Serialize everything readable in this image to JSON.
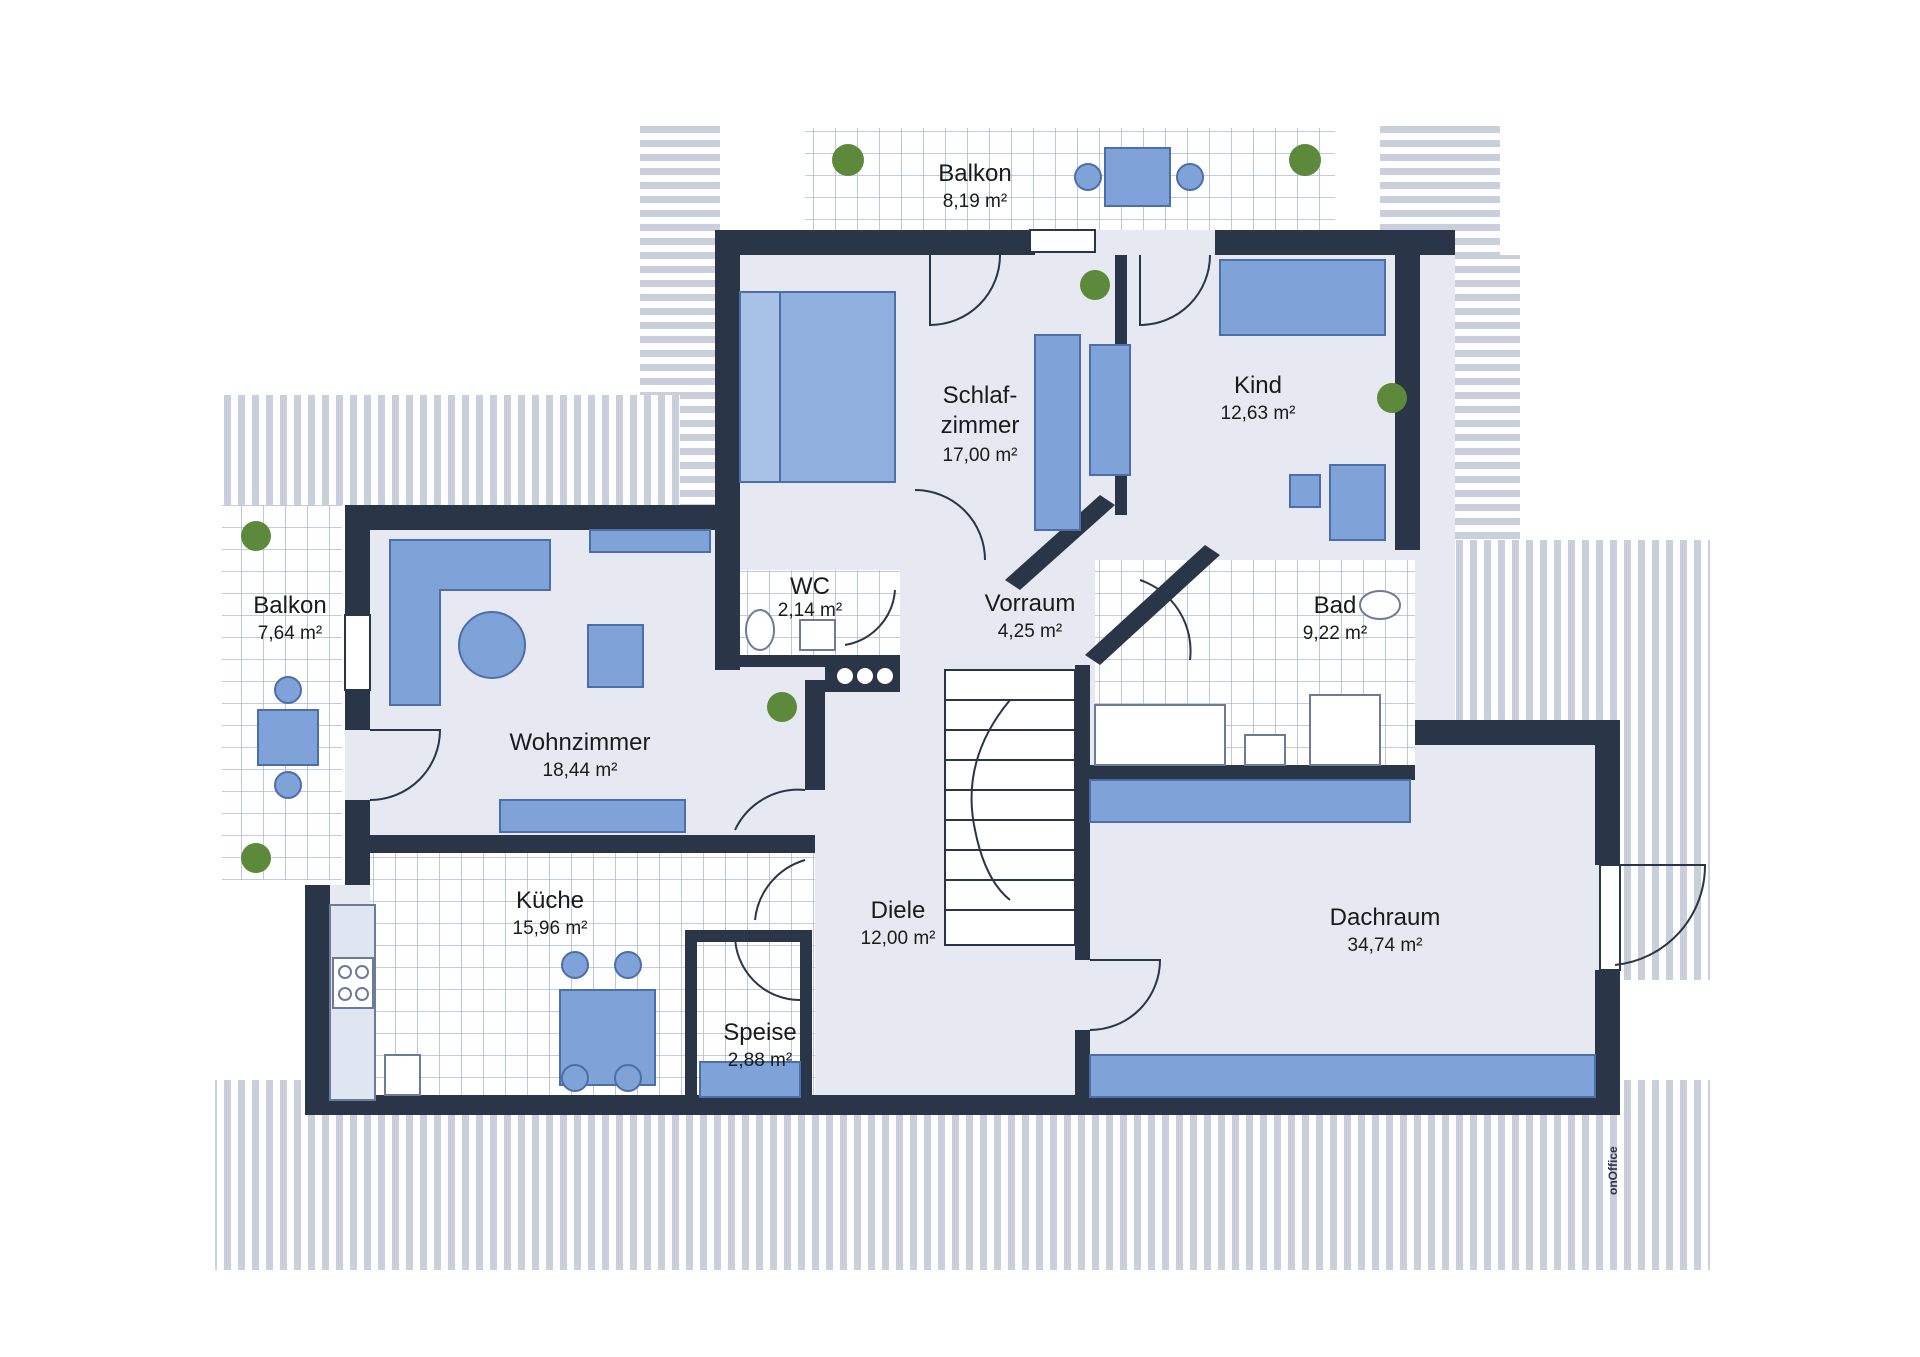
{
  "rooms": {
    "balkon_top": {
      "name": "Balkon",
      "area": "8,19 m²"
    },
    "schlaf": {
      "name_line1": "Schlaf-",
      "name_line2": "zimmer",
      "area": "17,00 m²"
    },
    "kind": {
      "name": "Kind",
      "area": "12,63 m²"
    },
    "balkon_left": {
      "name": "Balkon",
      "area": "7,64 m²"
    },
    "wc": {
      "name": "WC",
      "area": "2,14 m²"
    },
    "vorraum": {
      "name": "Vorraum",
      "area": "4,25 m²"
    },
    "bad": {
      "name": "Bad",
      "area": "9,22 m²"
    },
    "wohnzimmer": {
      "name": "Wohnzimmer",
      "area": "18,44 m²"
    },
    "kueche": {
      "name": "Küche",
      "area": "15,96 m²"
    },
    "diele": {
      "name": "Diele",
      "area": "12,00 m²"
    },
    "speise": {
      "name": "Speise",
      "area": "2,88 m²"
    },
    "dachraum": {
      "name": "Dachraum",
      "area": "34,74 m²"
    }
  },
  "logo": {
    "text": "onOffice"
  },
  "colors": {
    "wall": "#2a3547",
    "floor": "#e6e9f1",
    "furniture": "#7fa2d8",
    "tile_line": "#aebbd3",
    "roof_stripe": "#c9cfdb"
  }
}
